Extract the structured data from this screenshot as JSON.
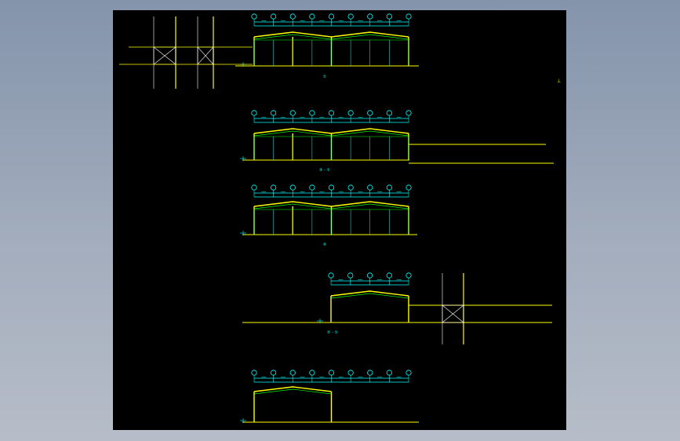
{
  "colors": {
    "frame": "#ffff00",
    "roof": "#ffff00",
    "green": "#00ff00",
    "dim": "#00ffff",
    "ground": "#ffff00",
    "bubble": "#00ffff",
    "brace": "#ffffff",
    "background": "#000000",
    "app_bg_top": "#8494ab",
    "app_bg_bottom": "#b6bdc8"
  },
  "drawing": {
    "elevations": [
      {
        "id": "elevation-1",
        "axis_count": 9,
        "frame_kind": "double-gable",
        "has_ground_extension": false,
        "has_left_brace_bays": true,
        "caption": "①"
      },
      {
        "id": "elevation-2",
        "axis_count": 9,
        "frame_kind": "double-gable",
        "has_ground_extension": true,
        "has_left_brace_bays": false,
        "caption": "⑨ - ①"
      },
      {
        "id": "elevation-3",
        "axis_count": 9,
        "frame_kind": "double-gable",
        "has_ground_extension": false,
        "has_left_brace_bays": false,
        "caption": "⑨"
      },
      {
        "id": "elevation-4",
        "axis_count": 5,
        "frame_kind": "single-gable",
        "has_ground_extension": true,
        "has_right_brace_bay": true,
        "caption": "⑤ - ①"
      },
      {
        "id": "elevation-5",
        "axis_count": 9,
        "frame_kind": "half-gable",
        "has_ground_extension": false,
        "has_left_brace_bays": false,
        "caption": ""
      }
    ],
    "corner_mark": "⊥"
  }
}
